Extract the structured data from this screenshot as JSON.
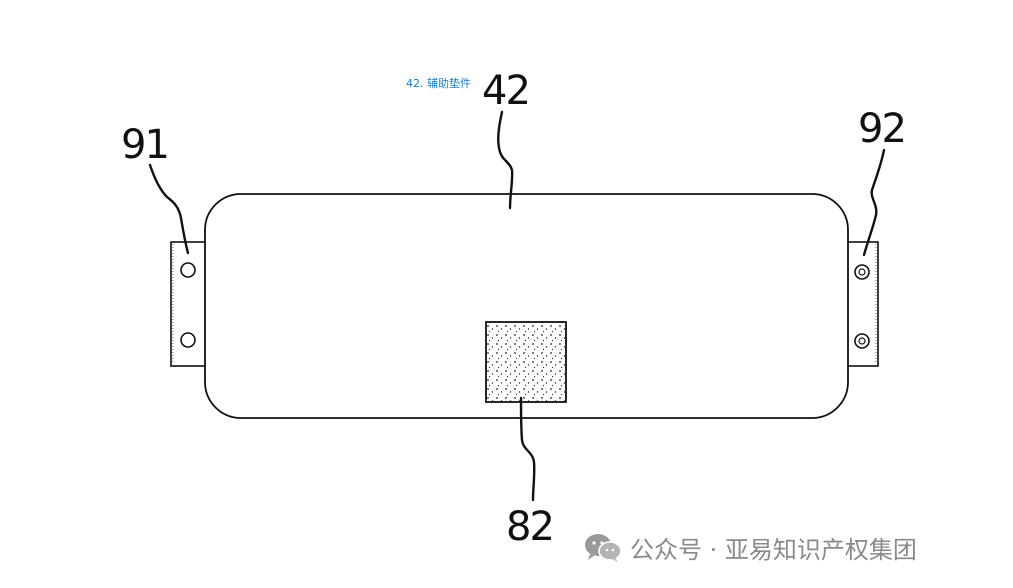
{
  "annotation": {
    "text": "42. 辅助垫件"
  },
  "labels": {
    "pad": "42",
    "left_bracket": "91",
    "right_bracket": "92",
    "center_block": "82"
  },
  "watermark": {
    "text": "公众号 · 亚易知识产权集团"
  },
  "colors": {
    "line": "#111111",
    "annotation": "#1a7fc4",
    "watermark": "#8a8a8a"
  }
}
